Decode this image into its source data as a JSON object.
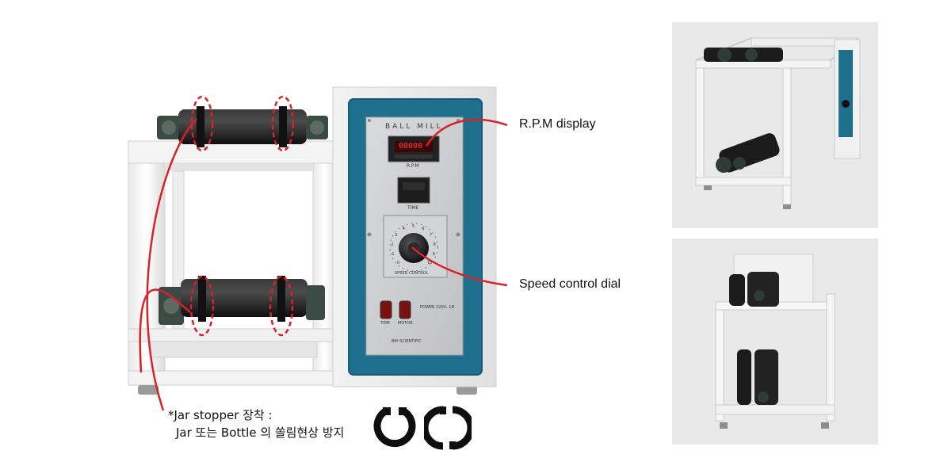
{
  "machine": {
    "panel_title": "BALL MILL",
    "rpm_unit": "R.P.M",
    "rpm_value": "00000",
    "time_label": "TIME",
    "speed_control_label": "SPEED CONTROL",
    "dial_scale": [
      "0",
      "1",
      "2",
      "3",
      "4",
      "5",
      "6",
      "7",
      "8",
      "9",
      "10"
    ],
    "power_label": "POWER  220V, 1Φ",
    "switch_labels": [
      "TIME",
      "MOTOR"
    ],
    "brand": "BIH SCIENTIFIC"
  },
  "callouts": {
    "rpm_display": "R.P.M display",
    "speed_dial": "Speed control dial"
  },
  "note": {
    "line1": "*Jar stopper 장착 :",
    "line2": "Jar 또는 Bottle 의 쏠림현상 방지"
  },
  "colors": {
    "accent_red": "#d8222a",
    "panel_blue": "#1f6f8f",
    "roller_black": "#1a1a1a",
    "frame_white": "#f7f7f7"
  },
  "icons": [
    "jar-stopper-open-icon",
    "jar-stopper-closed-icon"
  ]
}
